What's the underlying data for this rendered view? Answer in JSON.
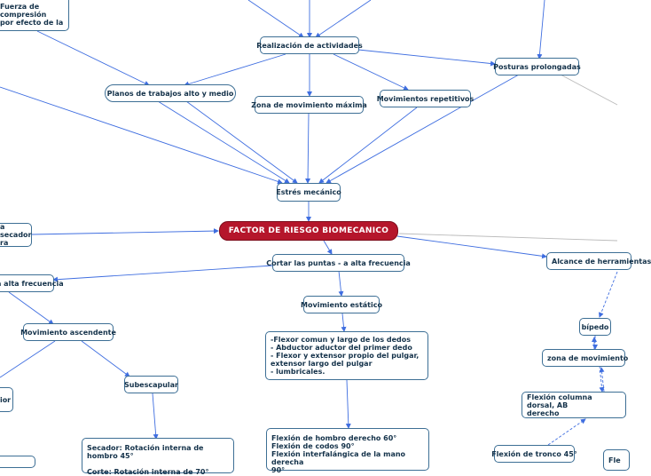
{
  "central": "FACTOR DE RIESGO BIOMECANICO",
  "nodes": {
    "fuerza": "Fuerza de compresión\npor efecto de la",
    "realizacion": "Realización de actividades",
    "posturas": "Posturas prolongadas",
    "planos": "Planos de trabajos alto y medio",
    "zona_maxima": "Zona de movimiento máxima",
    "repetitivos": "Movimientos repetitivos",
    "estres": "Estrés mecánico",
    "secador": "a secador\nra",
    "cortar": "Cortar las puntas - a alta frecuencia",
    "alcance": "Alcance de herramientas",
    "alta_frecuencia": "a alta frecuencia",
    "estatico": "Movimiento estático",
    "ascendente": "Movimiento ascendente",
    "bipedo": "bípedo",
    "zona_mov": "zona de movimiento",
    "flexores": "-Flexor comun y largo de los dedos\n- Abductor aductor del primer dedo\n- Flexor y extensor propio del pulgar,\nextensor largo del pulgar\n- lumbricales.",
    "subescapular": "Subescapular",
    "lateral_izq": "rior",
    "columna": "Flexión columna dorsal, AB\nderecho",
    "secador_rot": "Secador: Rotación interna de hombro 45°\n\nCorte: Rotación interna de 70°",
    "flexion_hombro": "Flexión de hombro derecho 60°\nFlexión de codos 90°\nFlexión interfalángica de la mano derecha\n90°",
    "tronco": "Flexión de tronco 45°",
    "fle": "Fle"
  },
  "colors": {
    "edge": "#3f6ee0",
    "edge_gray": "#bbbbbb",
    "central_fill": "#b5162b"
  }
}
